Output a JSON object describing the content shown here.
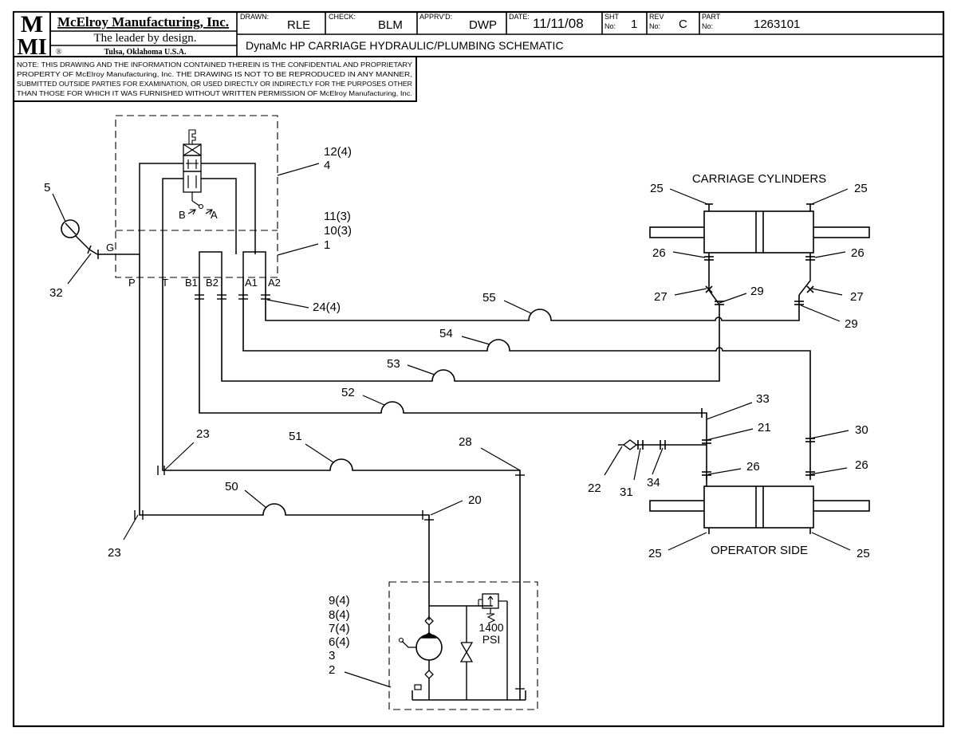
{
  "title_block": {
    "company": "McElroy Manufacturing, Inc.",
    "slogan": "The leader by design.",
    "registered": "®",
    "location": "Tulsa, Oklahoma U.S.A.",
    "logo_top": "M",
    "logo_bottom": "MI",
    "drawn_label": "DRAWN:",
    "drawn_value": "RLE",
    "check_label": "CHECK:",
    "check_value": "BLM",
    "apprvd_label": "APPRV'D:",
    "apprvd_value": "DWP",
    "date_label": "DATE:",
    "date_value": "11/11/08",
    "sht_label_1": "SHT",
    "sht_label_2": "No:",
    "sht_value": "1",
    "rev_label_1": "REV",
    "rev_label_2": "No:",
    "rev_value": "C",
    "part_label_1": "PART",
    "part_label_2": "No:",
    "part_value": "1263101",
    "drawing_title": "DynaMc HP CARRIAGE HYDRAULIC/PLUMBING SCHEMATIC"
  },
  "note": {
    "line1": "NOTE: THIS DRAWING AND THE INFORMATION CONTAINED THEREIN IS THE CONFIDENTIAL AND PROPRIETARY",
    "line2": "PROPERTY OF McElroy Manufacturing, Inc. THE DRAWING IS NOT TO BE REPRODUCED IN ANY MANNER,",
    "line3": "SUBMITTED OUTSIDE PARTIES FOR EXAMINATION, OR USED DIRECTLY OR INDIRECTLY FOR THE PURPOSES OTHER",
    "line4": "THAN THOSE FOR WHICH IT WAS FURNISHED WITHOUT WRITTEN PERMISSION OF McElroy Manufacturing, Inc."
  },
  "ports": {
    "G": "G",
    "P": "P",
    "T": "T",
    "B1": "B1",
    "B2": "B2",
    "A1": "A1",
    "A2": "A2",
    "valve_B": "B",
    "valve_A": "A"
  },
  "callouts": {
    "c12_4": "12(4)",
    "c4": "4",
    "c11_3": "11(3)",
    "c10_3": "10(3)",
    "c1": "1",
    "c5": "5",
    "c32": "32",
    "c24_4": "24(4)",
    "c55": "55",
    "c54": "54",
    "c53": "53",
    "c52": "52",
    "c51": "51",
    "c50": "50",
    "c23a": "23",
    "c23b": "23",
    "c28": "28",
    "c20": "20",
    "c9_4": "9(4)",
    "c8_4": "8(4)",
    "c7_4": "7(4)",
    "c6_4": "6(4)",
    "c3": "3",
    "c2": "2",
    "c25_tl": "25",
    "c25_tr": "25",
    "c26_tl": "26",
    "c26_tr": "26",
    "c27_l": "27",
    "c29_l": "29",
    "c27_r": "27",
    "c29_r": "29",
    "c33": "33",
    "c21": "21",
    "c30": "30",
    "c26_bl": "26",
    "c26_br": "26",
    "c22": "22",
    "c31": "31",
    "c34": "34",
    "c25_bl": "25",
    "c25_br": "25"
  },
  "labels": {
    "carriage_cylinders": "CARRIAGE CYLINDERS",
    "operator_side": "OPERATOR SIDE",
    "relief_pressure": "1400",
    "relief_unit": "PSI"
  }
}
